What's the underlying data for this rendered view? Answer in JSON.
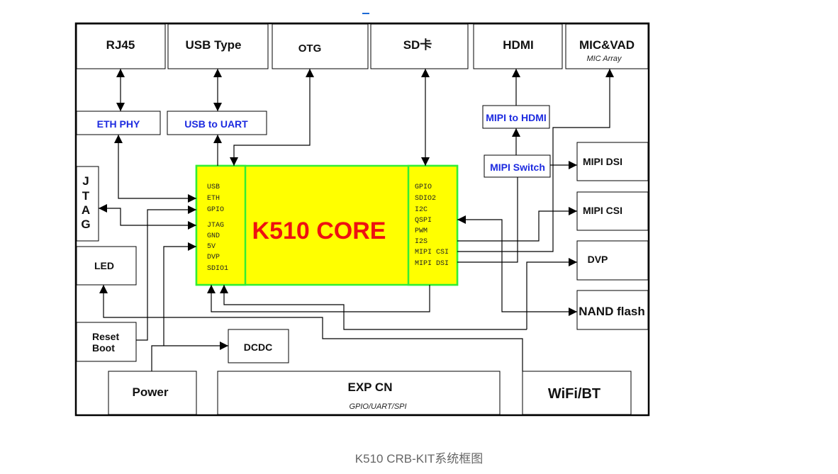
{
  "top_blocks": {
    "rj45": "RJ45",
    "usb_type": "USB Type",
    "otg": "OTG",
    "sd": "SD卡",
    "hdmi": "HDMI",
    "mic_vad": "MIC&VAD",
    "mic_array": "MIC Array"
  },
  "bridges": {
    "eth_phy": "ETH PHY",
    "usb_to_uart": "USB to UART",
    "mipi_to_hdmi": "MIPI to HDMI",
    "mipi_switch": "MIPI Switch"
  },
  "side_blocks": {
    "jtag": [
      "J",
      "T",
      "A",
      "G"
    ],
    "led": "LED",
    "reset": "Reset",
    "boot": "Boot",
    "dcdc": "DCDC",
    "mipi_dsi": "MIPI DSI",
    "mipi_csi": "MIPI CSI",
    "dvp": "DVP",
    "nand_flash": "NAND flash"
  },
  "bottom_blocks": {
    "power": "Power",
    "exp_cn": "EXP CN",
    "exp_cn_sub": "GPIO/UART/SPI",
    "wifi_bt": "WiFi/BT"
  },
  "core": {
    "title": "K510 CORE",
    "left_pins": [
      "USB",
      "ETH",
      "GPIO",
      "JTAG",
      "GND",
      "5V",
      "DVP",
      "SDIO1"
    ],
    "right_pins": [
      "GPIO",
      "SDIO2",
      "I2C",
      "QSPI",
      "PWM",
      "I2S",
      "MIPI CSI",
      "MIPI DSI"
    ]
  },
  "caption": "K510 CRB-KIT系统框图",
  "colors": {
    "core_fill": "#ffff00",
    "core_border": "#33ee33",
    "core_title": "#ee1111",
    "bridge_text": "#1d2be0",
    "caption_text": "#666666"
  }
}
